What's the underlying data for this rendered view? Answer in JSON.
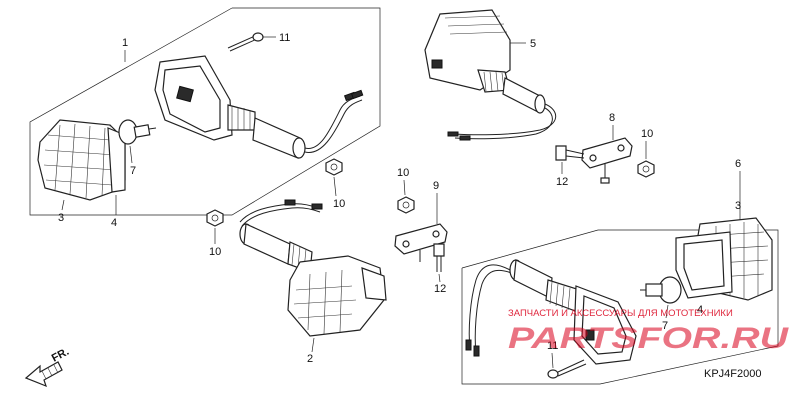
{
  "callouts": {
    "c1": "1",
    "c2": "2",
    "c3a": "3",
    "c3b": "3",
    "c4a": "4",
    "c4b": "4",
    "c5": "5",
    "c6": "6",
    "c7a": "7",
    "c7b": "7",
    "c8": "8",
    "c9": "9",
    "c10a": "10",
    "c10b": "10",
    "c10c": "10",
    "c10d": "10",
    "c11a": "11",
    "c11b": "11",
    "c12a": "12",
    "c12b": "12"
  },
  "direction_label": "FR.",
  "diagram_code": "KPJ4F2000",
  "watermark": {
    "caption": "ЗАПЧАСТИ И АКСЕССУАРЫ ДЛЯ МОТОТЕХНИКИ",
    "brand": "PARTSFOR.RU",
    "color": "#d9001b"
  }
}
